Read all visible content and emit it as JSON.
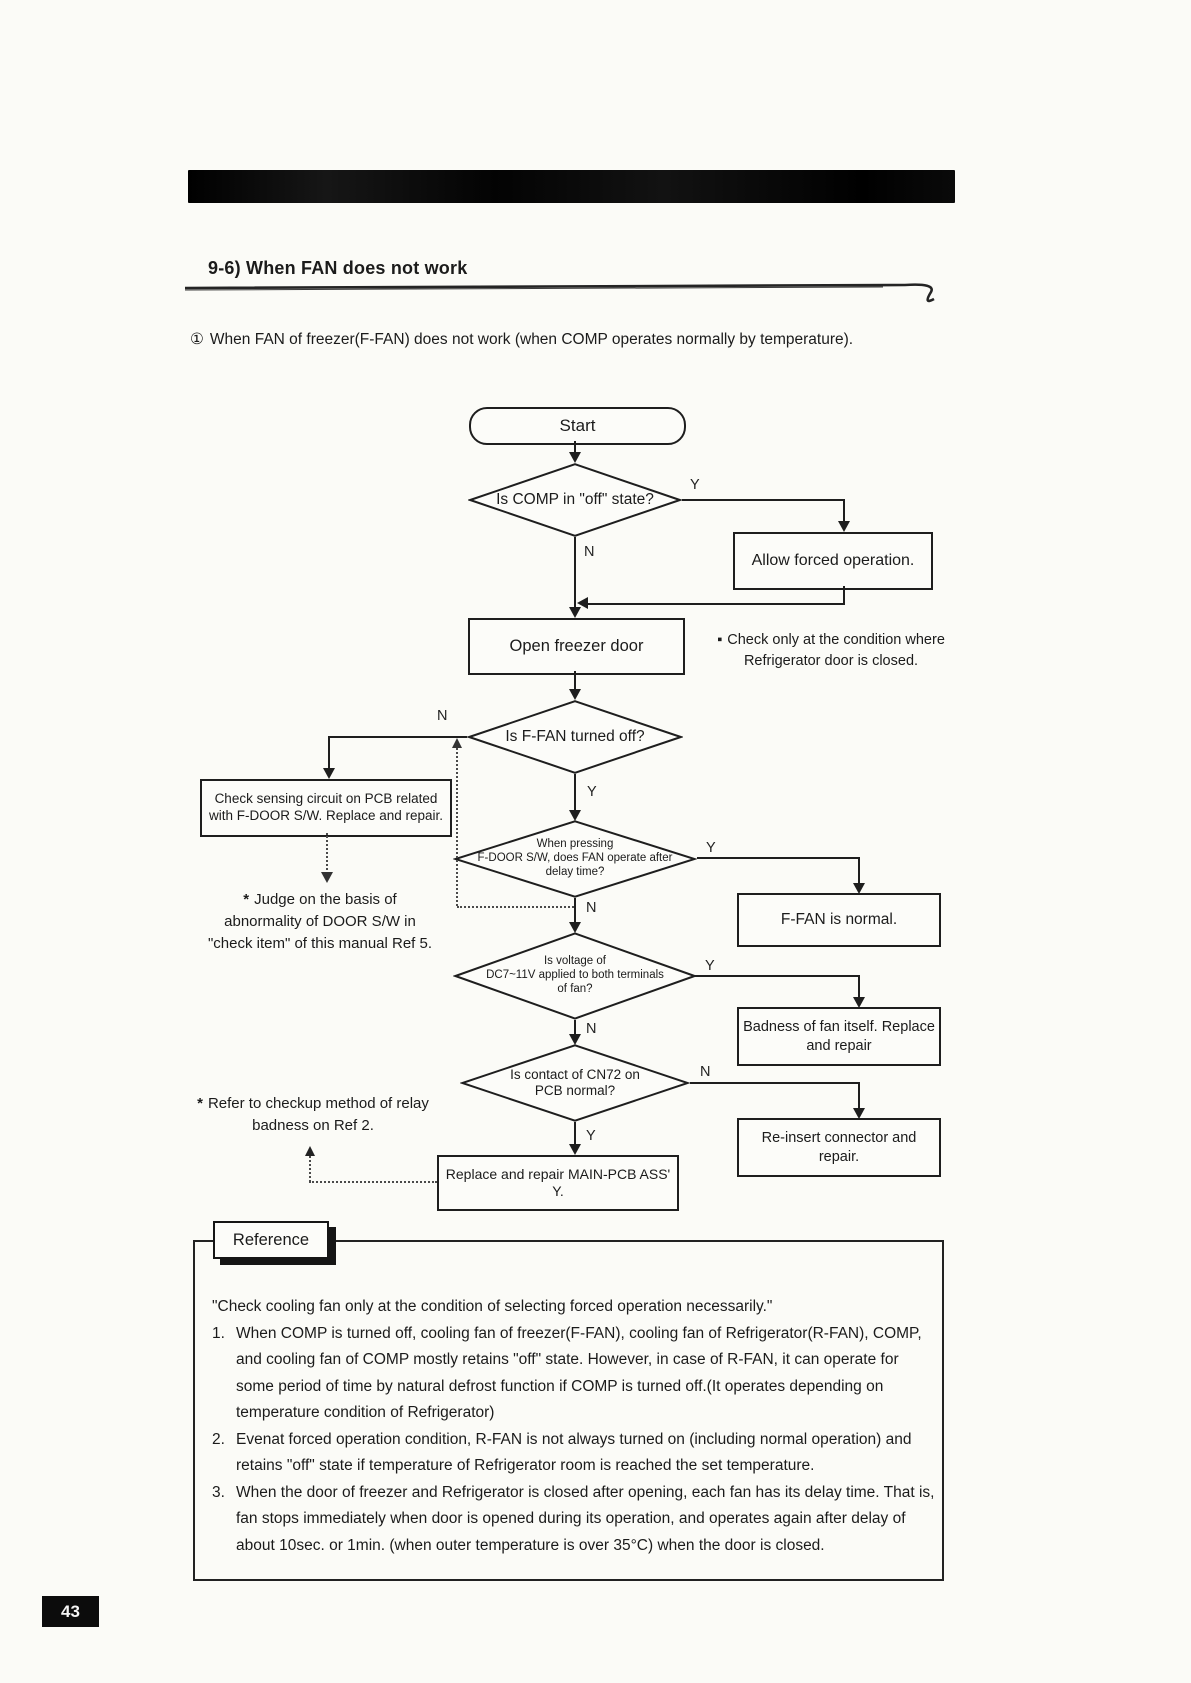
{
  "page": {
    "section_title": "9-6) When FAN does not work",
    "intro_marker": "①",
    "intro_text": "When  FAN  of freezer(F-FAN) does not  work (when  COMP operates normally by  temperature).",
    "page_number": "43"
  },
  "flow": {
    "yes": "Y",
    "no": "N",
    "marker_square": "▪",
    "marker_star": "*",
    "start_label": "Start",
    "d_comp": "Is  COMP in  \"off\"  state?",
    "box_allow": "Allow forced operation.",
    "box_open": "Open freezer door",
    "note_open_1": "Check only at the condition where",
    "note_open_2": "Refrigerator door is closed.",
    "d_ffan": "Is F-FAN turned off?",
    "box_sensing_1": "Check sensing circuit on PCB related",
    "box_sensing_2": "with F-DOOR S/W. Replace and repair.",
    "note_judge_1": "Judge  on the  basis of",
    "note_judge_2": "abnormality  of DOOR S/W in",
    "note_judge_3": "\"check item\"  of  this manual Ref 5.",
    "d_press_1": "When pressing",
    "d_press_2": "F-DOOR S/W, does FAN operate after",
    "d_press_3": "delay time?",
    "box_ffan_normal": "F-FAN is normal.",
    "d_volt_1": "Is voltage of",
    "d_volt_2": "DC7~11V applied to both terminals",
    "d_volt_3": "of fan?",
    "box_badness_1": "Badness of fan itself.  Replace",
    "box_badness_2": "and repair",
    "d_cn72_1": "Is contact of CN72 on",
    "d_cn72_2": "PCB normal?",
    "box_reinsert_1": "Re-insert  connector and",
    "box_reinsert_2": "repair.",
    "box_replace": "Replace and repair MAIN-PCB ASS' Y.",
    "note_refer_1": "Refer to checkup method of relay",
    "note_refer_2": "badness on Ref 2."
  },
  "reference": {
    "title": "Reference",
    "quote": "\"Check cooling fan only at the condition of selecting forced operation necessarily.\"",
    "items": [
      {
        "num": "1.",
        "text": "When COMP is turned off, cooling fan of freezer(F-FAN), cooling fan of Refrigerator(R-FAN), COMP, and cooling fan of COMP mostly retains \"off\" state. However, in case of R-FAN, it can operate for some period of time by natural defrost function if COMP is turned off.(It operates depending on temperature condition of Refrigerator)"
      },
      {
        "num": "2.",
        "text": "Evenat forced operation condition, R-FAN is not always turned on (including normal operation) and retains \"off\" state if temperature of Refrigerator room is reached the set temperature."
      },
      {
        "num": "3.",
        "text": "When the door of freezer and Refrigerator is closed after opening, each fan has its delay time. That is, fan stops immediately when door is opened during its operation, and operates again after delay of about 10sec. or 1min. (when outer temperature is over 35°C) when the door is closed."
      }
    ]
  }
}
